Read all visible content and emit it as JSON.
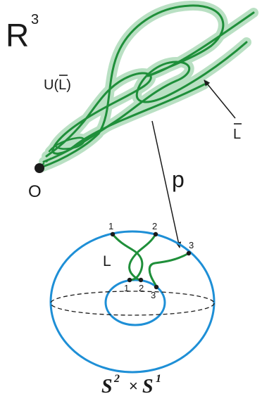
{
  "top_space": {
    "label": "R",
    "superscript": "3",
    "neighborhood_label": "U(L)",
    "curve_label": "L",
    "origin_label": "O"
  },
  "projection": {
    "map_label": "p"
  },
  "bottom_space": {
    "knot_label": "L",
    "outer_points": [
      "1",
      "2",
      "3"
    ],
    "inner_points": [
      "1",
      "2",
      "3"
    ],
    "base_label": "S",
    "base_exponent": "2",
    "times_symbol": "×",
    "fiber_label": "S",
    "fiber_exponent": "1"
  },
  "colors": {
    "curve": "#1f8f3a",
    "halo": "#b9e0c3",
    "torus": "#1e8fd6",
    "ink": "#1a1a1a"
  }
}
